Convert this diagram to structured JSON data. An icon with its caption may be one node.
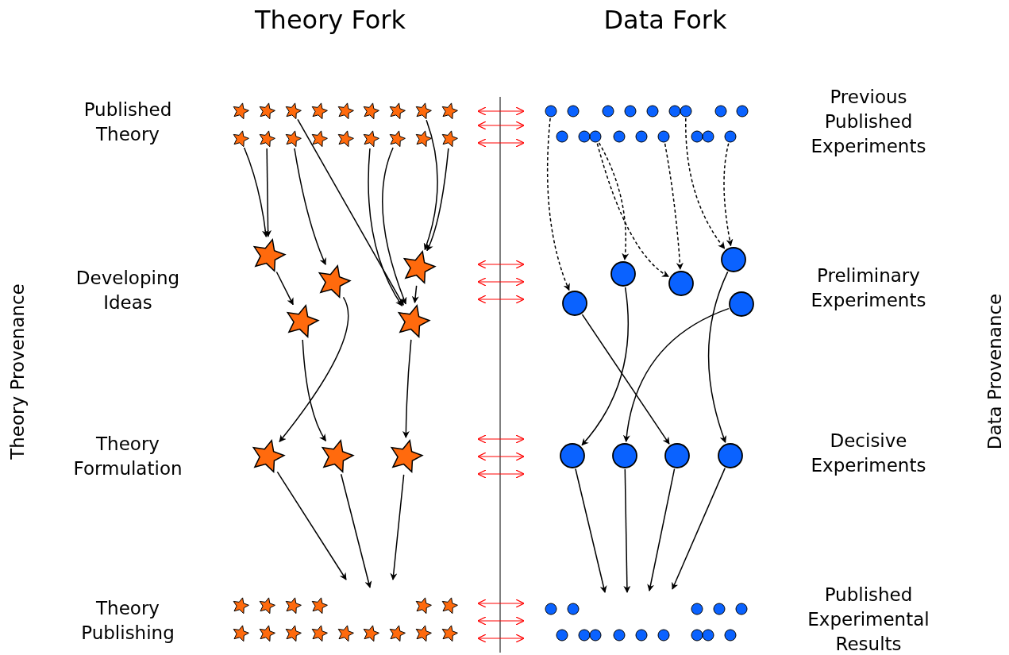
{
  "diagram": {
    "nodes": [
      {
        "text": [],
        "shape": "star"
      },
      {
        "text": [],
        "shape": "star"
      },
      {
        "text": [],
        "shape": "star"
      },
      {
        "text": [],
        "shape": "star"
      },
      {
        "text": [],
        "shape": "star"
      },
      {
        "text": [],
        "shape": "star"
      },
      {
        "text": [],
        "shape": "star"
      },
      {
        "text": [],
        "shape": "star"
      },
      {
        "text": [],
        "shape": "star"
      },
      {
        "text": [],
        "shape": "circle"
      },
      {
        "text": [],
        "shape": "circle"
      },
      {
        "text": [],
        "shape": "circle"
      },
      {
        "text": [],
        "shape": "circle"
      },
      {
        "text": [],
        "shape": "circle"
      },
      {
        "text": [],
        "shape": "circle"
      },
      {
        "text": [],
        "shape": "circle"
      },
      {
        "text": [],
        "shape": "circle"
      },
      {
        "text": [],
        "shape": "circle"
      },
      {
        "text": [],
        "shape": "star"
      },
      {
        "text": [],
        "shape": "star"
      },
      {
        "text": [],
        "shape": "star"
      },
      {
        "text": [],
        "shape": "star"
      },
      {
        "text": [],
        "shape": "star"
      },
      {
        "text": [],
        "shape": "star"
      },
      {
        "text": [],
        "shape": "star"
      },
      {
        "text": [],
        "shape": "star"
      },
      {
        "text": [],
        "shape": "star"
      },
      {
        "text": [],
        "shape": "circle"
      },
      {
        "text": [],
        "shape": "circle"
      },
      {
        "text": [],
        "shape": "circle"
      },
      {
        "text": [],
        "shape": "circle"
      },
      {
        "text": [],
        "shape": "circle"
      },
      {
        "text": [],
        "shape": "circle"
      },
      {
        "text": [],
        "shape": "circle"
      },
      {
        "text": [],
        "shape": "circle"
      },
      {
        "text": [],
        "shape": "circle"
      },
      {
        "text": [],
        "shape": "star"
      },
      {
        "text": [],
        "shape": "star"
      },
      {
        "text": [],
        "shape": "star"
      },
      {
        "text": [],
        "shape": "star"
      },
      {
        "text": [],
        "shape": "star"
      },
      {
        "text": [],
        "shape": "circle"
      },
      {
        "text": [],
        "shape": "circle"
      },
      {
        "text": [],
        "shape": "circle"
      },
      {
        "text": [],
        "shape": "circle"
      },
      {
        "text": [],
        "shape": "circle"
      },
      {
        "text": [],
        "shape": "star"
      },
      {
        "text": [],
        "shape": "star"
      },
      {
        "text": [],
        "shape": "star"
      },
      {
        "text": [],
        "shape": "circle"
      },
      {
        "text": [],
        "shape": "circle"
      },
      {
        "text": [],
        "shape": "circle"
      },
      {
        "text": [],
        "shape": "circle"
      },
      {
        "text": [],
        "shape": "star"
      },
      {
        "text": [],
        "shape": "star"
      },
      {
        "text": [],
        "shape": "star"
      },
      {
        "text": [],
        "shape": "star"
      },
      {
        "text": [],
        "shape": "star"
      },
      {
        "text": [],
        "shape": "star"
      },
      {
        "text": [],
        "shape": "circle"
      },
      {
        "text": [],
        "shape": "circle"
      },
      {
        "text": [],
        "shape": "circle"
      },
      {
        "text": [],
        "shape": "circle"
      },
      {
        "text": [],
        "shape": "circle"
      },
      {
        "text": [],
        "shape": "star"
      },
      {
        "text": [],
        "shape": "star"
      },
      {
        "text": [],
        "shape": "star"
      },
      {
        "text": [],
        "shape": "star"
      },
      {
        "text": [],
        "shape": "star"
      },
      {
        "text": [],
        "shape": "star"
      },
      {
        "text": [],
        "shape": "star"
      },
      {
        "text": [],
        "shape": "star"
      },
      {
        "text": [],
        "shape": "star"
      },
      {
        "text": [],
        "shape": "circle"
      },
      {
        "text": [],
        "shape": "circle"
      },
      {
        "text": [],
        "shape": "circle"
      },
      {
        "text": [],
        "shape": "circle"
      },
      {
        "text": [],
        "shape": "circle"
      },
      {
        "text": [],
        "shape": "circle"
      },
      {
        "text": [],
        "shape": "circle"
      },
      {
        "text": [],
        "shape": "circle"
      },
      {
        "text": [],
        "shape": "circle"
      }
    ],
    "edges": [
      {
        "from": 18,
        "to": 36,
        "arrow": "to"
      },
      {
        "from": 19,
        "to": 36,
        "arrow": "to"
      },
      {
        "from": 20,
        "to": 38,
        "arrow": "to"
      },
      {
        "from": 2,
        "to": 39,
        "arrow": "to"
      },
      {
        "from": 23,
        "to": 39,
        "arrow": "to"
      },
      {
        "from": 24,
        "to": 39,
        "arrow": "to"
      },
      {
        "from": 7,
        "to": 40,
        "arrow": "to"
      },
      {
        "from": 26,
        "to": 40,
        "arrow": "to"
      },
      {
        "from": 40,
        "to": 39,
        "arrow": "to"
      },
      {
        "from": 36,
        "to": 37,
        "arrow": "to"
      },
      {
        "from": 38,
        "to": 46,
        "arrow": "to"
      },
      {
        "from": 37,
        "to": 47,
        "arrow": "to"
      },
      {
        "from": 39,
        "to": 48,
        "arrow": "to"
      },
      {
        "from": 46,
        "to": null,
        "arrow": "to"
      },
      {
        "from": 47,
        "to": null,
        "arrow": "to"
      },
      {
        "from": 48,
        "to": null,
        "arrow": "to"
      },
      {
        "from": 9,
        "to": 41,
        "arrow": "to",
        "style": "dashed"
      },
      {
        "from": 29,
        "to": 42,
        "arrow": "to",
        "style": "dashed"
      },
      {
        "from": 29,
        "to": 43,
        "arrow": "to",
        "style": "dashed"
      },
      {
        "from": 32,
        "to": 43,
        "arrow": "to",
        "style": "dashed"
      },
      {
        "from": 15,
        "to": 44,
        "arrow": "to",
        "style": "dashed"
      },
      {
        "from": 35,
        "to": 44,
        "arrow": "to",
        "style": "dashed"
      },
      {
        "from": 41,
        "to": 51,
        "arrow": "to"
      },
      {
        "from": 42,
        "to": 49,
        "arrow": "to"
      },
      {
        "from": 45,
        "to": 50,
        "arrow": "to"
      },
      {
        "from": 44,
        "to": 52,
        "arrow": "to"
      },
      {
        "from": 49,
        "to": null,
        "arrow": "to"
      },
      {
        "from": 50,
        "to": null,
        "arrow": "to"
      },
      {
        "from": 51,
        "to": null,
        "arrow": "to"
      },
      {
        "from": 52,
        "to": null,
        "arrow": "to"
      }
    ],
    "labels": [
      "Theory Fork",
      "Data Fork",
      "Published Theory",
      "Previous Published Experiments",
      "Theory Provenance",
      "Developing Ideas",
      "Preliminary Experiments",
      "Data Provenance",
      "Theory Formulation",
      "Decisive Experiments",
      "Theory Publishing",
      "Published Experimental Results"
    ]
  }
}
